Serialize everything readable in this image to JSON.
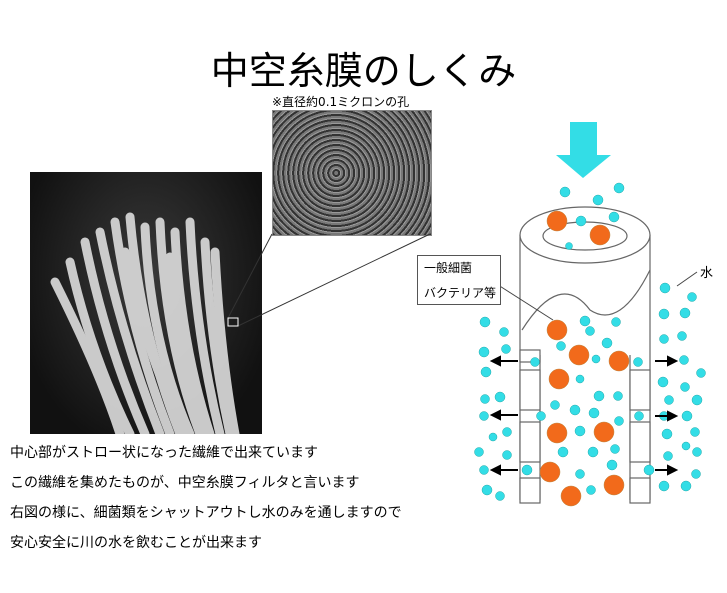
{
  "title": "中空糸膜のしくみ",
  "micrograph_caption": "※直径約0.1ミクロンの孔",
  "description": [
    "中心部がストロー状になった繊維で出来ています",
    "この繊維を集めたものが、中空糸膜フィルタと言います",
    "右図の様に、細菌類をシャットアウトし水のみを通しますので",
    "安心安全に川の水を飲むことが出来ます"
  ],
  "diagram": {
    "bacteria_label": [
      "一般細菌",
      "バクテリア等"
    ],
    "water_label": "水",
    "colors": {
      "water": "#33dde6",
      "bacteria": "#f26a1b",
      "arrow": "#33dde6"
    }
  }
}
